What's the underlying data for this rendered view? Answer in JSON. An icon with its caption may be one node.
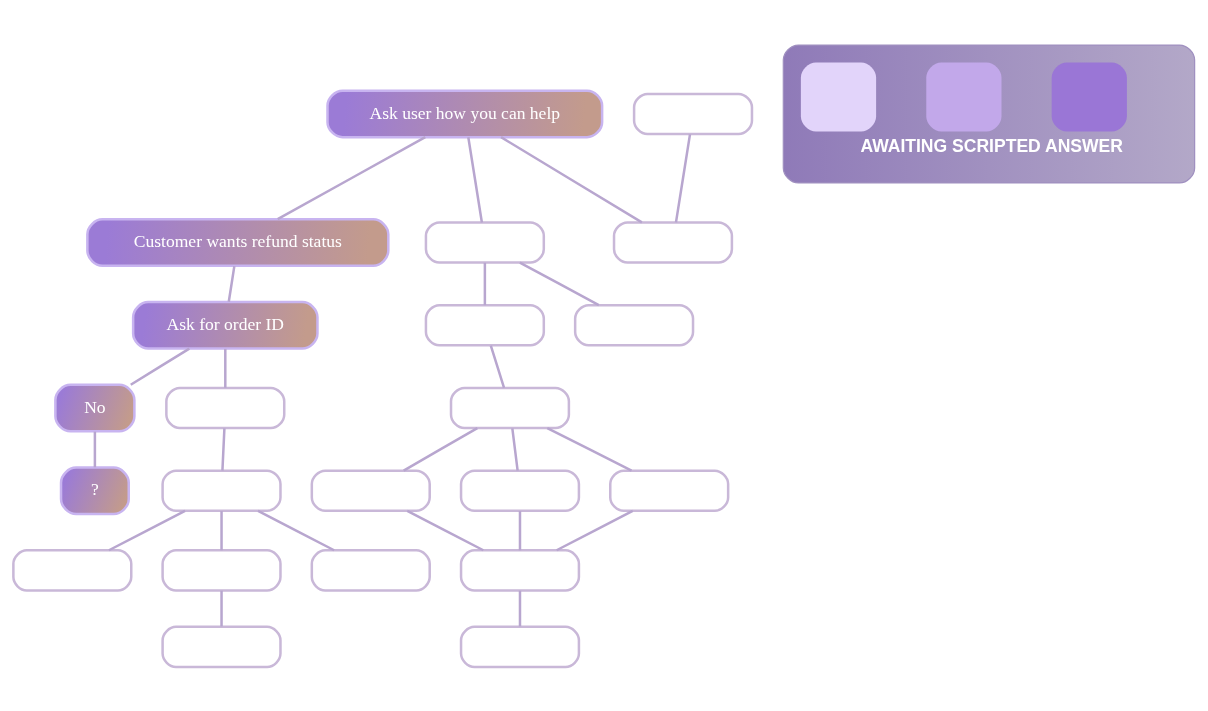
{
  "diagram": {
    "nodes": [
      {
        "text": [
          "Ask user how you can help"
        ]
      },
      {
        "text": [
          "Customer wants refund status"
        ]
      },
      {
        "text": [
          "Ask for order ID"
        ]
      },
      {
        "text": [
          "No"
        ]
      },
      {
        "text": [
          "?"
        ]
      },
      {
        "text": [],
        "shape": "box"
      },
      {
        "text": [],
        "shape": "box"
      },
      {
        "text": [],
        "shape": "box"
      },
      {
        "text": [],
        "shape": "box"
      },
      {
        "text": [],
        "shape": "box"
      },
      {
        "text": [],
        "shape": "box"
      },
      {
        "text": [],
        "shape": "box"
      },
      {
        "text": [],
        "shape": "box"
      },
      {
        "text": [],
        "shape": "box"
      },
      {
        "text": [],
        "shape": "box"
      },
      {
        "text": [],
        "shape": "box"
      },
      {
        "text": [],
        "shape": "box"
      },
      {
        "text": [],
        "shape": "box"
      },
      {
        "text": [],
        "shape": "box"
      },
      {
        "text": [],
        "shape": "box"
      },
      {
        "text": [],
        "shape": "box"
      },
      {
        "text": [],
        "shape": "box"
      },
      {
        "text": [
          "AWAITING SCRIPTED ANSWER"
        ]
      }
    ],
    "edges": [
      {
        "from": 0,
        "to": 1,
        "arrow": "none"
      },
      {
        "from": 1,
        "to": 2,
        "arrow": "none"
      },
      {
        "from": 2,
        "to": 3,
        "arrow": "none"
      },
      {
        "from": 3,
        "to": 4,
        "arrow": "none"
      },
      {
        "from": 0,
        "to": 5,
        "arrow": "none"
      },
      {
        "from": 5,
        "to": 6,
        "arrow": "none"
      },
      {
        "from": 5,
        "to": 8,
        "arrow": "none"
      },
      {
        "from": 6,
        "to": 7,
        "arrow": "none"
      },
      {
        "from": 7,
        "to": 9,
        "arrow": "none"
      },
      {
        "from": 7,
        "to": 10,
        "arrow": "none"
      },
      {
        "from": 7,
        "to": 11,
        "arrow": "none"
      },
      {
        "from": 10,
        "to": 12,
        "arrow": "none"
      },
      {
        "from": 9,
        "to": 12,
        "arrow": "none"
      },
      {
        "from": 11,
        "to": 12,
        "arrow": "none"
      },
      {
        "from": 12,
        "to": 13,
        "arrow": "none"
      },
      {
        "from": 0,
        "to": 15,
        "arrow": "none"
      },
      {
        "from": 14,
        "to": 15,
        "arrow": "none"
      },
      {
        "from": 2,
        "to": 16,
        "arrow": "none"
      },
      {
        "from": 16,
        "to": 17,
        "arrow": "none"
      },
      {
        "from": 17,
        "to": 18,
        "arrow": "none"
      },
      {
        "from": 17,
        "to": 19,
        "arrow": "none"
      },
      {
        "from": 17,
        "to": 20,
        "arrow": "none"
      },
      {
        "from": 19,
        "to": 21,
        "arrow": "none"
      }
    ]
  }
}
